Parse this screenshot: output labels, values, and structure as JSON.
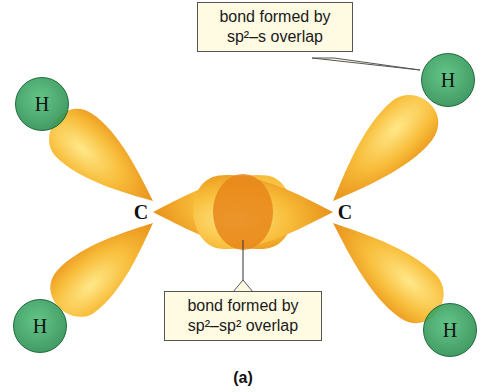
{
  "diagram": {
    "nodes": [
      {
        "text": [
          "bond formed by sp²–s overlap"
        ]
      },
      {
        "text": [
          "H"
        ]
      },
      {
        "text": [
          "H"
        ]
      },
      {
        "text": [
          "H"
        ]
      },
      {
        "text": [
          "H"
        ]
      },
      {
        "text": [
          "bond formed by sp²–sp² overlap"
        ]
      }
    ],
    "labels": [
      "C",
      "C",
      "(a)"
    ]
  }
}
